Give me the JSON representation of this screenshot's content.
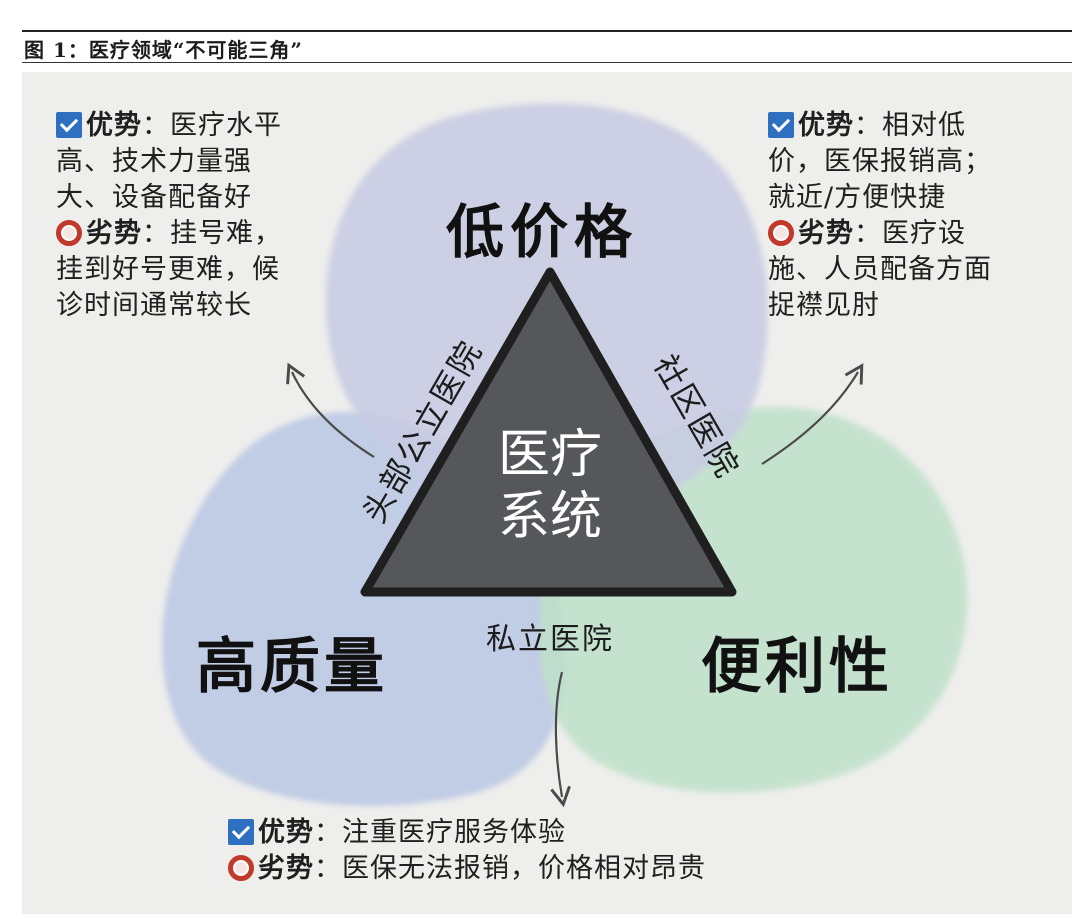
{
  "figure": {
    "title": "图 1：医疗领域“不可能三角”"
  },
  "diagram": {
    "nodes": {
      "top": "低价格",
      "left": "高质量",
      "right": "便利性",
      "center_line1": "医疗",
      "center_line2": "系统"
    },
    "edges": {
      "left": "头部公立医院",
      "right": "社区医院",
      "bottom": "私立医院"
    },
    "colors": {
      "top_blob": "#c8cbe3",
      "left_blob": "#bac7e4",
      "right_blob": "#bfe1c9",
      "triangle_fill": "#56575a",
      "triangle_stroke": "#1f1f1f",
      "check": "#2f6fc0",
      "ring": "#c0392b"
    }
  },
  "notes": {
    "top_left": {
      "adv_label": "优势",
      "adv_lines": [
        "：医疗水平",
        "高、技术力量强",
        "大、设备配备好"
      ],
      "dis_label": "劣势",
      "dis_lines": [
        "：挂号难，",
        "挂到好号更难，候",
        "诊时间通常较长"
      ]
    },
    "top_right": {
      "adv_label": "优势",
      "adv_lines": [
        "：相对低",
        "价，医保报销高；",
        "就近/方便快捷"
      ],
      "dis_label": "劣势",
      "dis_lines": [
        "：医疗设",
        "施、人员配备方面",
        "捉襟见肘"
      ]
    },
    "bottom": {
      "adv_label": "优势",
      "adv_text": "：注重医疗服务体验",
      "dis_label": "劣势",
      "dis_text": "：医保无法报销，价格相对昂贵"
    }
  }
}
